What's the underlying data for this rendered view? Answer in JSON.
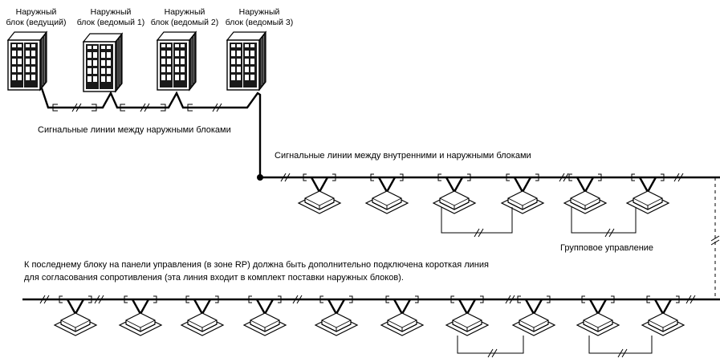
{
  "outdoor_units": [
    {
      "line1": "Наружный",
      "line2": "блок (ведущий)"
    },
    {
      "line1": "Наружный",
      "line2": "блок (ведомый 1)"
    },
    {
      "line1": "Наружный",
      "line2": "блок (ведомый 2)"
    },
    {
      "line1": "Наружный",
      "line2": "блок (ведомый 3)"
    }
  ],
  "labels": {
    "outdoor_signal": "Сигнальные линии между наружными блоками",
    "indoor_outdoor_signal": "Сигнальные линии между внутренними и наружными блоками",
    "group_control": "Групповое управление",
    "note_line1": "К последнему блоку на панели управления (в зоне RP) должна быть дополнительно подключена короткая линия",
    "note_line2": "для согласования сопротивления (эта линия входит в комплект поставки наружных блоков)."
  },
  "icons": {
    "outdoor_unit": "outdoor-unit-icon",
    "indoor_unit": "cassette-indoor-unit-icon"
  },
  "indoor_row1_count": 6,
  "indoor_row2_count": 10
}
